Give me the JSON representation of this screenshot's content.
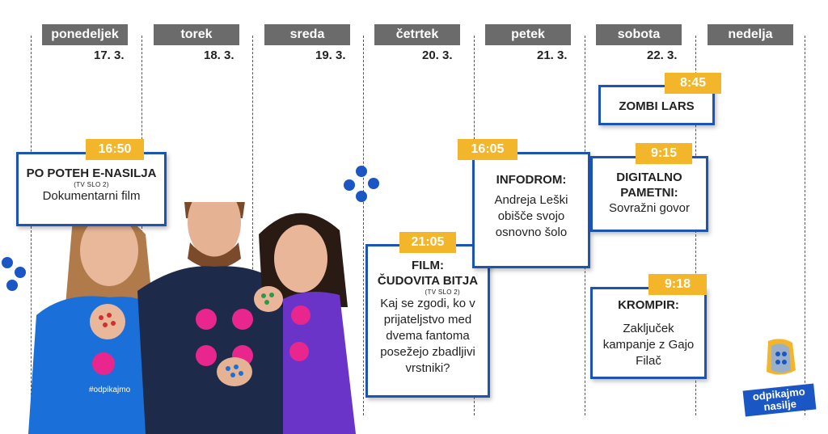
{
  "days": [
    {
      "name": "ponedeljek",
      "date": "17. 3."
    },
    {
      "name": "torek",
      "date": "18. 3."
    },
    {
      "name": "sreda",
      "date": "19. 3."
    },
    {
      "name": "četrtek",
      "date": "20. 3."
    },
    {
      "name": "petek",
      "date": "21. 3."
    },
    {
      "name": "sobota",
      "date": "22. 3."
    },
    {
      "name": "nedelja",
      "date": ""
    }
  ],
  "events": {
    "mon": {
      "time": "16:50",
      "title": "PO POTEH E-NASILJA",
      "channel": "(TV SLO 2)",
      "desc": "Dokumentarni film"
    },
    "thu": {
      "time": "21:05",
      "title": "FILM:",
      "title2": "ČUDOVITA BITJA",
      "channel": "(TV SLO 2)",
      "desc": "Kaj se zgodi, ko v prijateljstvo med dvema fantoma posežejo zbadljivi vrstniki?"
    },
    "fri": {
      "time": "16:05",
      "title": "INFODROM:",
      "desc": "Andreja Leški obišče svojo osnovno šolo"
    },
    "sat1": {
      "time": "8:45",
      "title": "ZOMBI LARS"
    },
    "sat2": {
      "time": "9:15",
      "title": "DIGITALNO PAMETNI:",
      "desc": "Sovražni govor"
    },
    "sat3": {
      "time": "9:18",
      "title": "KROMPIR:",
      "desc": "Zaključek kampanje z Gajo Filač"
    }
  },
  "shirt_text": "#odpikajmo",
  "logo": {
    "line1": "odpikajmo",
    "line2": "nasilje"
  },
  "colors": {
    "blue": "#1c54b3",
    "gold": "#f3b52a",
    "grey": "#6b6b6b",
    "pink": "#e8268e",
    "navy": "#1d2a4a",
    "purple": "#6a34c8"
  }
}
